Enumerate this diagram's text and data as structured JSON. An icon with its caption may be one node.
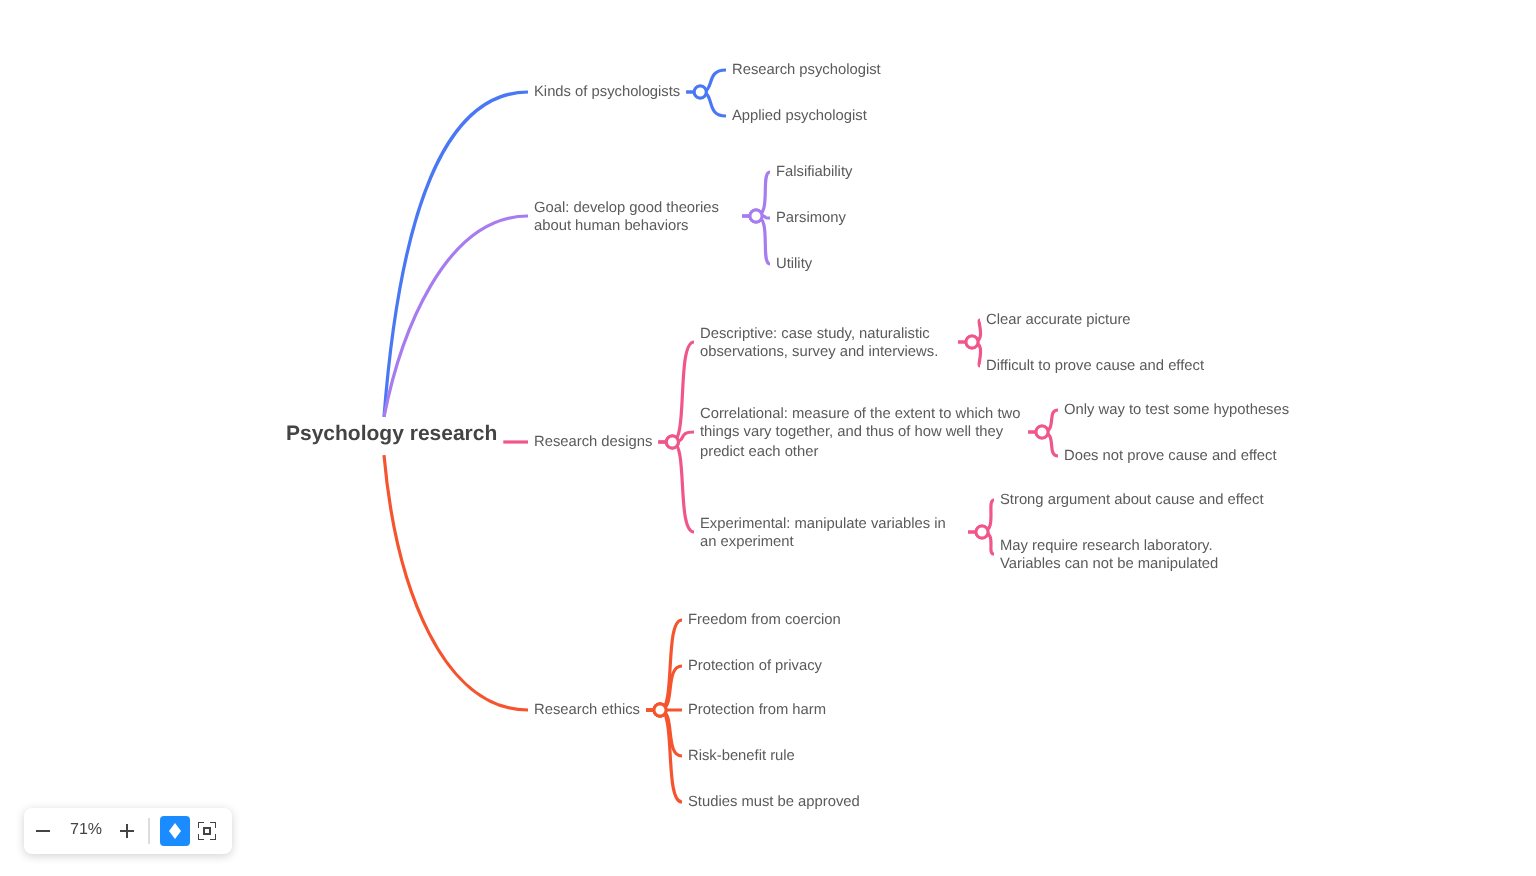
{
  "diagram": {
    "nodes": [
      {
        "text": [
          "Psychology research"
        ]
      },
      {
        "text": [
          "Kinds of psychologists"
        ]
      },
      {
        "text": [
          "Research psychologist"
        ]
      },
      {
        "text": [
          "Applied psychologist"
        ]
      },
      {
        "text": [
          "Goal: develop good theories about human behaviors"
        ]
      },
      {
        "text": [
          "Falsifiability"
        ]
      },
      {
        "text": [
          "Parsimony"
        ]
      },
      {
        "text": [
          "Utility"
        ]
      },
      {
        "text": [
          "Research designs"
        ]
      },
      {
        "text": [
          "Descriptive: case study, naturalistic observations, survey and interviews."
        ]
      },
      {
        "text": [
          "Clear accurate picture"
        ]
      },
      {
        "text": [
          "Difficult to prove cause and effect"
        ]
      },
      {
        "text": [
          "Correlational: measure of the extent to which two things vary together, and thus of how well they predict each other"
        ]
      },
      {
        "text": [
          "Only way to test some hypotheses"
        ]
      },
      {
        "text": [
          "Does not prove cause and effect"
        ]
      },
      {
        "text": [
          "Experimental: manipulate variables in an experiment"
        ]
      },
      {
        "text": [
          "Strong argument about cause and effect"
        ]
      },
      {
        "text": [
          "May require research laboratory. Variables can not be manipulated"
        ]
      },
      {
        "text": [
          "Research ethics"
        ]
      },
      {
        "text": [
          "Freedom from coercion"
        ]
      },
      {
        "text": [
          "Protection of privacy"
        ]
      },
      {
        "text": [
          "Protection from harm"
        ]
      },
      {
        "text": [
          "Risk-benefit rule"
        ]
      },
      {
        "text": [
          "Studies must be approved"
        ]
      }
    ],
    "edges": [
      {
        "from": 0,
        "to": 1,
        "arrow": "none",
        "color": "#4a78f5"
      },
      {
        "from": 1,
        "to": 2,
        "arrow": "other",
        "color": "#4a78f5"
      },
      {
        "from": 1,
        "to": 3,
        "arrow": "other",
        "color": "#4a78f5"
      },
      {
        "from": 0,
        "to": 4,
        "arrow": "none",
        "color": "#a77cf0"
      },
      {
        "from": 4,
        "to": 5,
        "arrow": "other",
        "color": "#a77cf0"
      },
      {
        "from": 4,
        "to": 6,
        "arrow": "other",
        "color": "#a77cf0"
      },
      {
        "from": 4,
        "to": 7,
        "arrow": "other",
        "color": "#a77cf0"
      },
      {
        "from": 0,
        "to": 8,
        "arrow": "none"
      },
      {
        "from": 8,
        "to": 9,
        "arrow": "other"
      },
      {
        "from": 9,
        "to": 10,
        "arrow": "other"
      },
      {
        "from": 9,
        "to": 11,
        "arrow": "other"
      },
      {
        "from": 8,
        "to": 12,
        "arrow": "other"
      },
      {
        "from": 12,
        "to": 13,
        "arrow": "other"
      },
      {
        "from": 12,
        "to": 14,
        "arrow": "other"
      },
      {
        "from": 8,
        "to": 15,
        "arrow": "other"
      },
      {
        "from": 15,
        "to": 16,
        "arrow": "other"
      },
      {
        "from": 15,
        "to": 17,
        "arrow": "other"
      },
      {
        "from": 0,
        "to": 18,
        "arrow": "none",
        "color": "#f5542e"
      },
      {
        "from": 18,
        "to": 19,
        "arrow": "other",
        "color": "#f5542e"
      },
      {
        "from": 18,
        "to": 20,
        "arrow": "other",
        "color": "#f5542e"
      },
      {
        "from": 18,
        "to": 21,
        "arrow": "other",
        "color": "#f5542e"
      },
      {
        "from": 18,
        "to": 22,
        "arrow": "other",
        "color": "#f5542e"
      },
      {
        "from": 18,
        "to": 23,
        "arrow": "other",
        "color": "#f5542e"
      }
    ],
    "labels": [
      "71%"
    ]
  }
}
